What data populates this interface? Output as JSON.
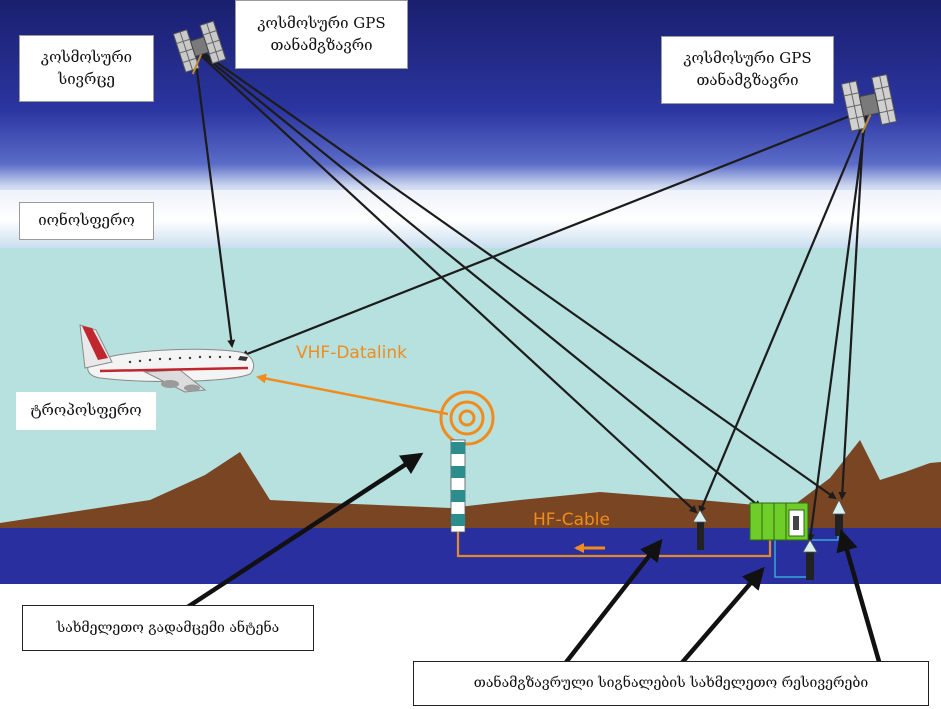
{
  "labels": {
    "space": [
      "კოსმოსური",
      "სივრცე"
    ],
    "gps_left": [
      "კოსმოსური GPS",
      "თანამგზავრი"
    ],
    "gps_right": [
      "კოსმოსური GPS",
      "თანამგზავრი"
    ],
    "ionosphere": "იონოსფერო",
    "troposphere": "ტროპოსფერო",
    "vhf": "VHF-Datalink",
    "hf": "HF-Cable",
    "ground_antenna": "სახმელეთო გადამცემი ანტენა",
    "ground_receivers": "თანამგზავრული სიგნალების სახმელეთო რესივერები"
  },
  "colors": {
    "space_dark": "#1a1f6e",
    "space_mid": "#3f4fb0",
    "ionosphere_band": "#e8eef8",
    "troposphere": "#b6e1df",
    "mountains": "#7a4523",
    "ground_water": "#2a2fa0",
    "signal_line": "#1c1c1c",
    "vhf_orange": "#f08c1e",
    "receiver_green": "#6fcd2a"
  }
}
